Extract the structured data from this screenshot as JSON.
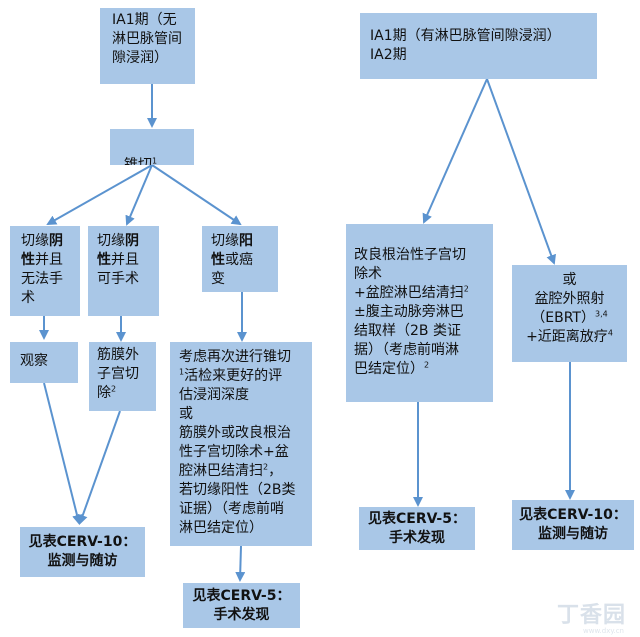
{
  "nodes": {
    "ia1_no_lvsi": "IA1期（无\n淋巴脉管间\n隙浸润）",
    "conization": "锥切",
    "conization_sup": "1",
    "margin_neg_no_surgery_a": "切缘",
    "margin_neg_no_surgery_b": "阴",
    "margin_neg_no_surgery_c": "\n",
    "margin_neg_no_surgery_d": "性",
    "margin_neg_no_surgery_e": "并且\n无法手\n术",
    "margin_neg_surgery_a": "切缘",
    "margin_neg_surgery_b": "阴",
    "margin_neg_surgery_c": "\n",
    "margin_neg_surgery_d": "性",
    "margin_neg_surgery_e": "并且\n可手术",
    "margin_pos_a": "切缘",
    "margin_pos_b": "阳",
    "margin_pos_c": "\n",
    "margin_pos_d": "性",
    "margin_pos_e": "或癌\n变",
    "observe": "观察",
    "extrafascial_a": "筋膜外\n子宫切\n除",
    "extrafascial_sup": "2",
    "reconize_a": "考虑再次进行锥切\n",
    "reconize_sup1": "1",
    "reconize_b": "活检来更好的评\n估浸润深度\n或\n筋膜外或改良根治\n性子宫切除术+盆\n腔淋巴结清扫",
    "reconize_sup2": "2",
    "reconize_c": "，\n若切缘阳性（2B类\n证据）（考虑前哨\n淋巴结定位）",
    "cerv10_left": "见表CERV-10：\n监测与随访",
    "cerv5_left": "见表CERV-5：\n手术发现",
    "ia1_lvsi": "IA1期（有淋巴脉管间隙浸润）\nIA2期",
    "modified_radical_a": "改良根治性子宫切\n除术\n+盆腔淋巴结清扫",
    "modified_radical_sup1": "2",
    "modified_radical_b": "\n±腹主动脉旁淋巴\n结取样（2B 类证\n据）（考虑前哨淋\n巴结定位）",
    "modified_radical_sup2": "2",
    "ebrt_a": "或\n盆腔外照射\n（EBRT）",
    "ebrt_sup1": "3,4",
    "ebrt_b": "\n+近距离放疗",
    "ebrt_sup2": "4",
    "cerv5_right": "见表CERV-5：\n手术发现",
    "cerv10_right": "见表CERV-10：\n监测与随访"
  },
  "watermark": {
    "logo_text": "丁香园",
    "url": "www.dxy.cn"
  },
  "colors": {
    "box": "#a9c7e7",
    "arrow": "#5b93cf",
    "text": "#111111"
  }
}
